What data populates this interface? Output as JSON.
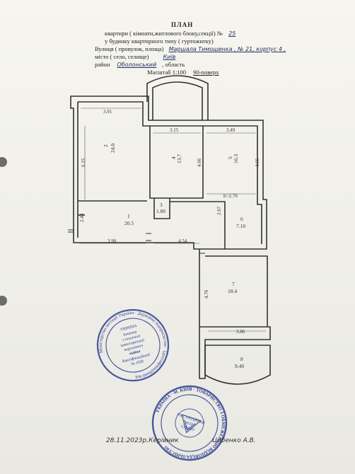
{
  "header": {
    "title": "ПЛАН",
    "line1_prefix": "квартири ( кімнати,житлового блоку,секції) №",
    "apt_no": "25",
    "line2": "у будинку квартирного типу ( гуртожитку)",
    "street_prefix": "Вулиця ( провулок, площа)",
    "street_value": "Маршала Тимошенка , № 21, корпус 4 ,",
    "city_prefix": "місто ( село, селище)",
    "city_value": "Київ",
    "district_prefix": "район",
    "district_value": "Оболонський",
    "region_text": ", область",
    "scale_text": "Масштаб 1:100",
    "series_text": "90-поверх"
  },
  "rooms": [
    {
      "id": "1",
      "area": "20.5"
    },
    {
      "id": "2",
      "area": "24.0"
    },
    {
      "id": "3",
      "area": "1.80"
    },
    {
      "id": "4",
      "area": "13.7"
    },
    {
      "id": "5",
      "area": "16.3"
    },
    {
      "id": "6",
      "area": "7.10"
    },
    {
      "id": "7",
      "area": "18.4"
    },
    {
      "id": "8",
      "area": "9.40"
    }
  ],
  "dimensions": {
    "d391": "3.91",
    "d315": "3.15",
    "d349": "3.49",
    "d615": "6.15",
    "d466a": "4.66",
    "d466b": "4.66",
    "h270": "h=2.70",
    "d244": "2.44",
    "d390": "3.90",
    "d454": "4.54",
    "d267": "2.67",
    "d476": "4.76",
    "d386": "3.86"
  },
  "stamp1": {
    "ring_text": "Міністерство юстиції України · Державне підприємство · Ідентифікаційний код",
    "center_lines": [
      "УКРАЇНА",
      "Інженер",
      "з технічної",
      "інвентаризації",
      "нерухомого",
      "майна",
      "Кваліфікаційний",
      "№ 1628"
    ]
  },
  "stamp2": {
    "ring_text": "УКРАЇНА · М. КИЇВ · ТОВАРИСТВО З ОБМЕЖЕНОЮ ВІДПОВІДАЛЬНІСТЮ",
    "center_lines": [
      "РЕЄСТРАЦІЙНИЙ",
      "КОД",
      "ЄДРПОУ"
    ]
  },
  "footer": {
    "date_text": "28.11.2023р.Керівник",
    "signer": "Цибенко А.В."
  },
  "colors": {
    "ink": "#23305e",
    "stamp_blue": "#2c3d8f",
    "wall": "#333333"
  }
}
